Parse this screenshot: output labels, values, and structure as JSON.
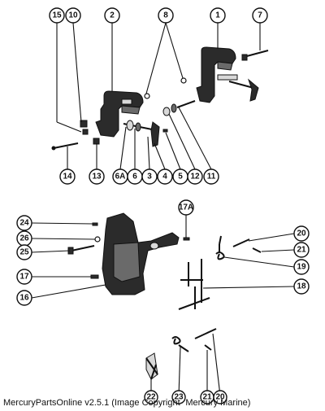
{
  "callouts": {
    "c15": "15",
    "c10": "10",
    "c2": "2",
    "c8": "8",
    "c1": "1",
    "c7": "7",
    "c14": "14",
    "c13": "13",
    "c6A": "6A",
    "c6": "6",
    "c3": "3",
    "c4": "4",
    "c5": "5",
    "c12": "12",
    "c11": "11",
    "c17A": "17A",
    "c24": "24",
    "c26": "26",
    "c25": "25",
    "c17": "17",
    "c16": "16",
    "c20a": "20",
    "c21a": "21",
    "c19": "19",
    "c18": "18",
    "c22": "22",
    "c23": "23",
    "c21b": "21",
    "c20b": "20"
  },
  "caption": "MercuryPartsOnline v2.5.1 (Image Copyright- Mercury Marine)"
}
